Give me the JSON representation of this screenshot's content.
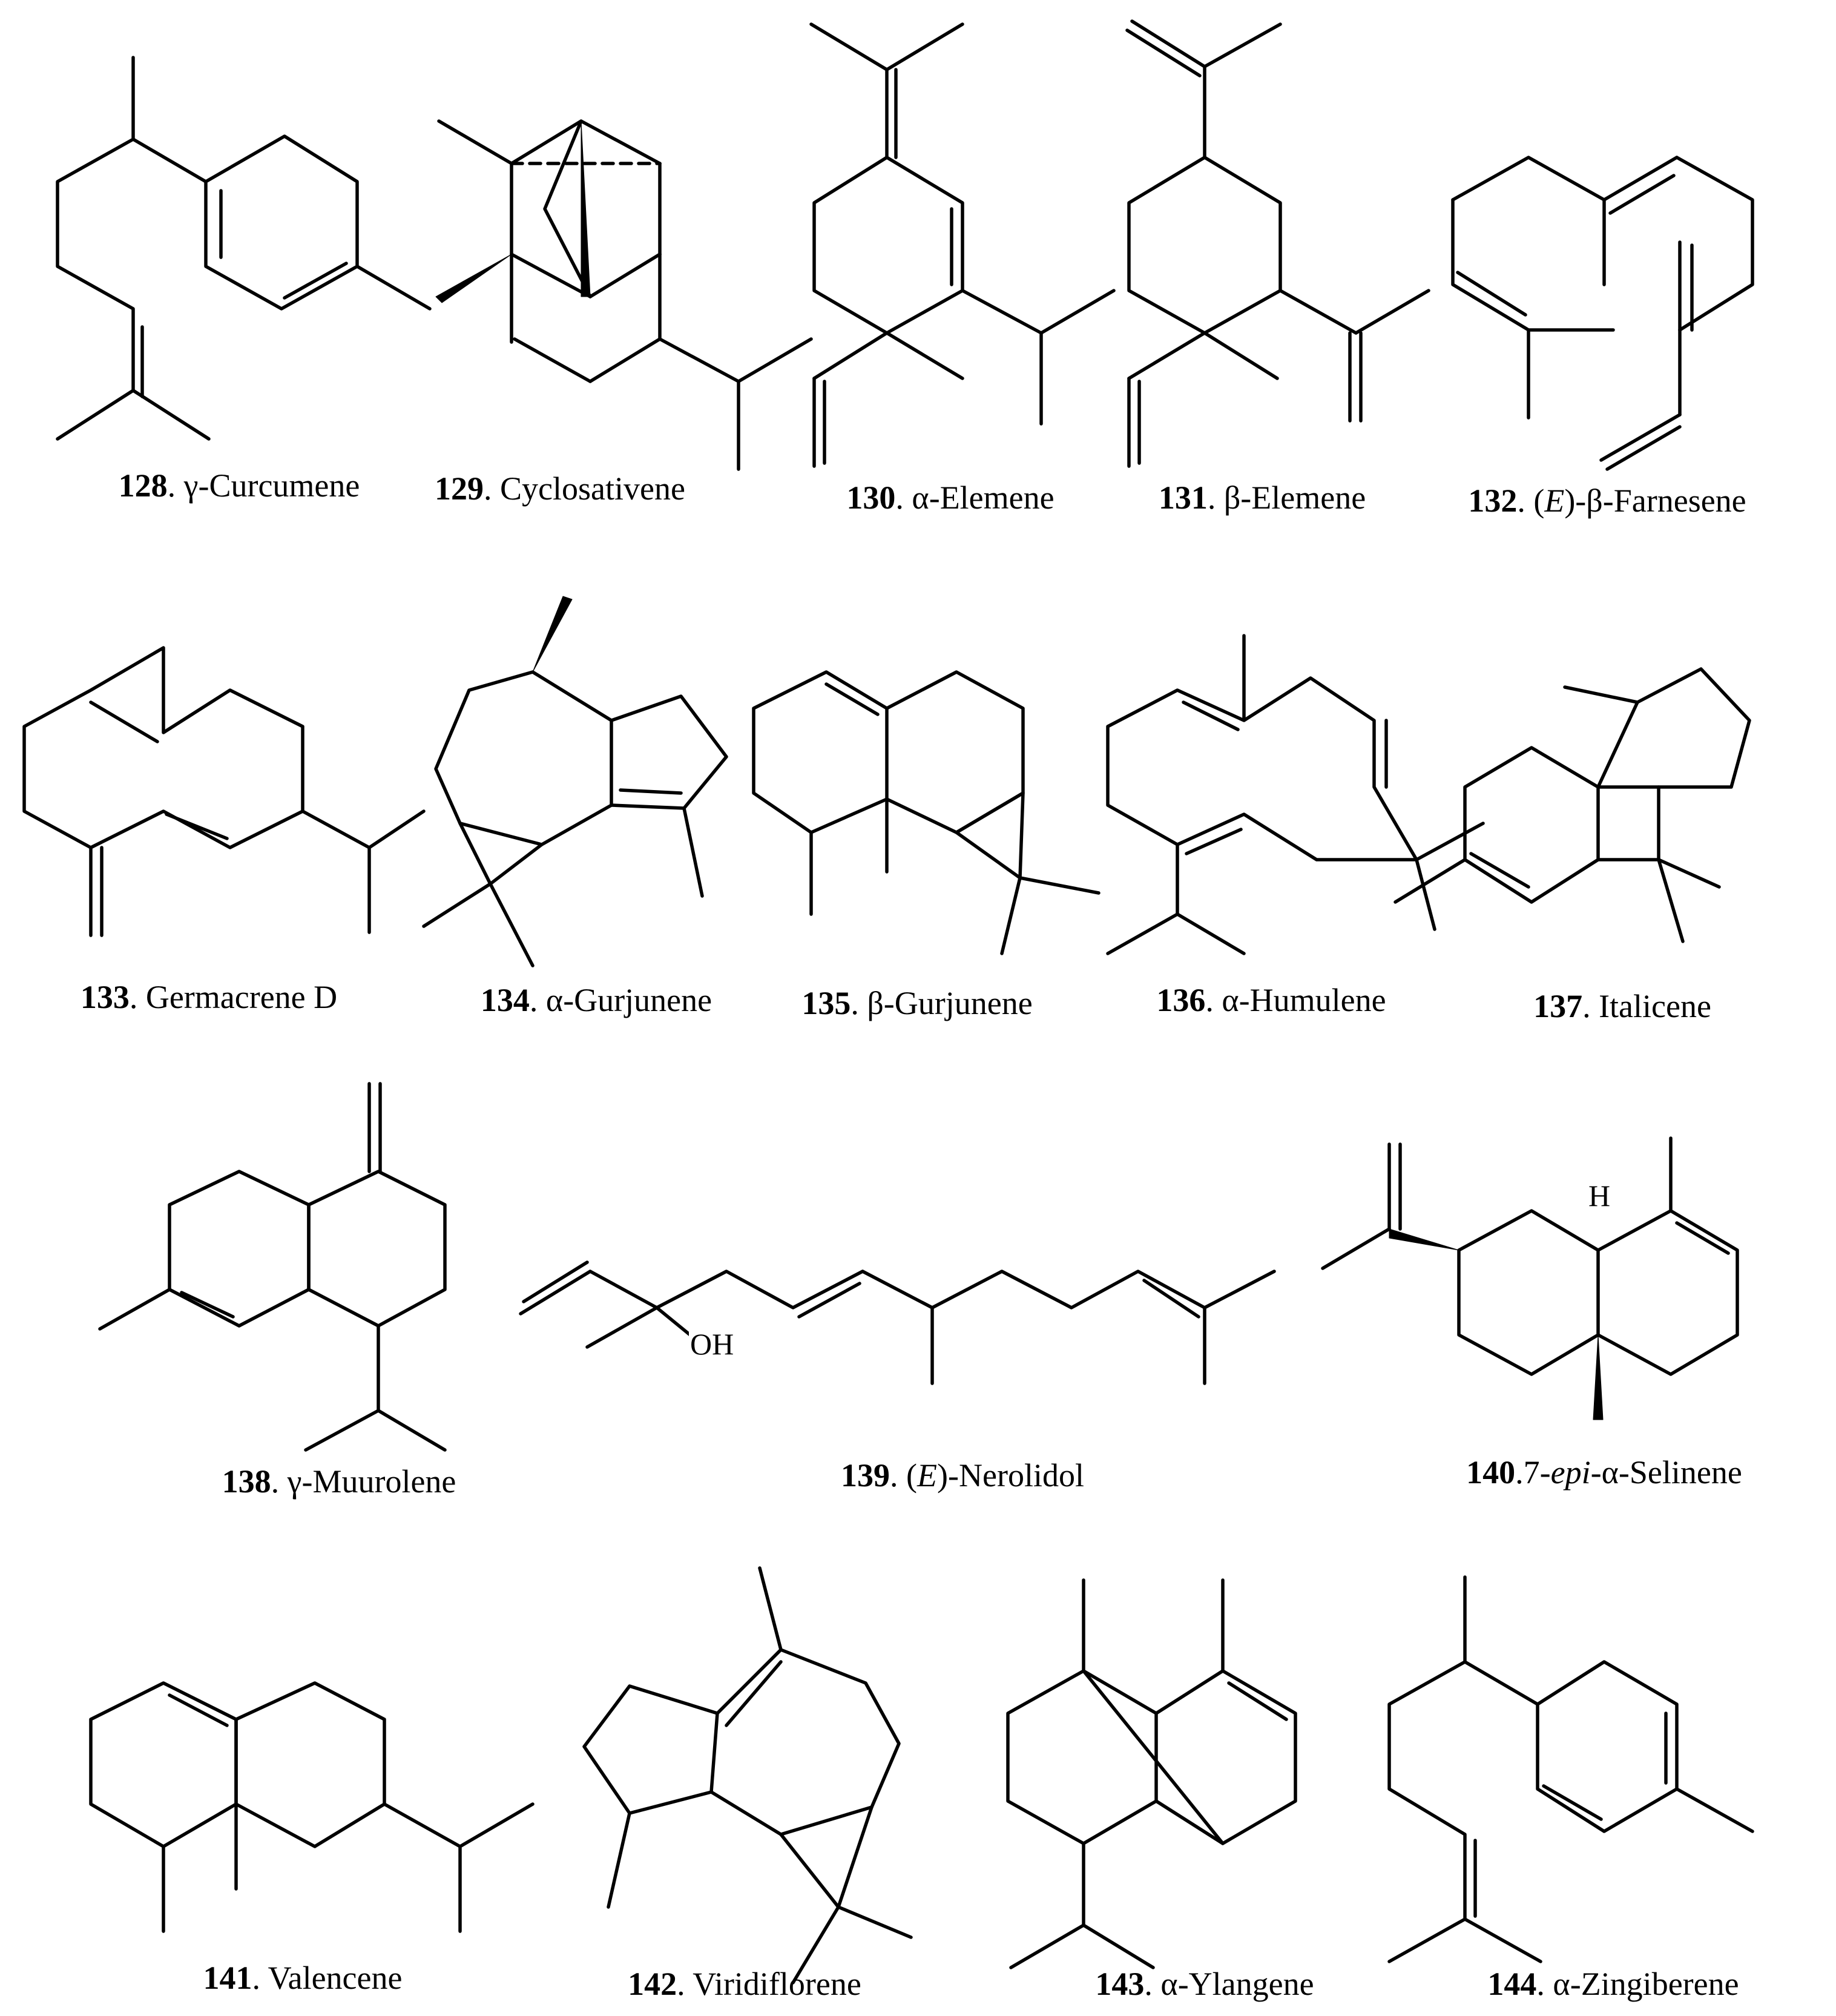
{
  "compounds": [
    {
      "number": "128",
      "name": "γ-Curcumene"
    },
    {
      "number": "129",
      "name": "Cyclosativene"
    },
    {
      "number": "130",
      "name": "α-Elemene"
    },
    {
      "number": "131",
      "name": "β-Elemene"
    },
    {
      "number": "132",
      "name_prefix": "(",
      "name_italic": "E",
      "name_suffix": ")-β-Farnesene"
    },
    {
      "number": "133",
      "name": "Germacrene D"
    },
    {
      "number": "134",
      "name": "α-Gurjunene"
    },
    {
      "number": "135",
      "name": "β-Gurjunene"
    },
    {
      "number": "136",
      "name": "α-Humulene"
    },
    {
      "number": "137",
      "name": "Italicene"
    },
    {
      "number": "138",
      "name": "γ-Muurolene"
    },
    {
      "number": "139",
      "name_prefix": "(",
      "name_italic": "E",
      "name_suffix": ")-Nerolidol"
    },
    {
      "number": "140",
      "name_prefix": "7-",
      "name_italic": "epi",
      "name_suffix": "-α-Selinene"
    },
    {
      "number": "141",
      "name": "Valencene"
    },
    {
      "number": "142",
      "name": "Viridiflorene"
    },
    {
      "number": "143",
      "name": "α-Ylangene"
    },
    {
      "number": "144",
      "name": "α-Zingiberene"
    }
  ],
  "atom_labels": {
    "hydroxyl": "OH",
    "hydrogen": "H"
  }
}
